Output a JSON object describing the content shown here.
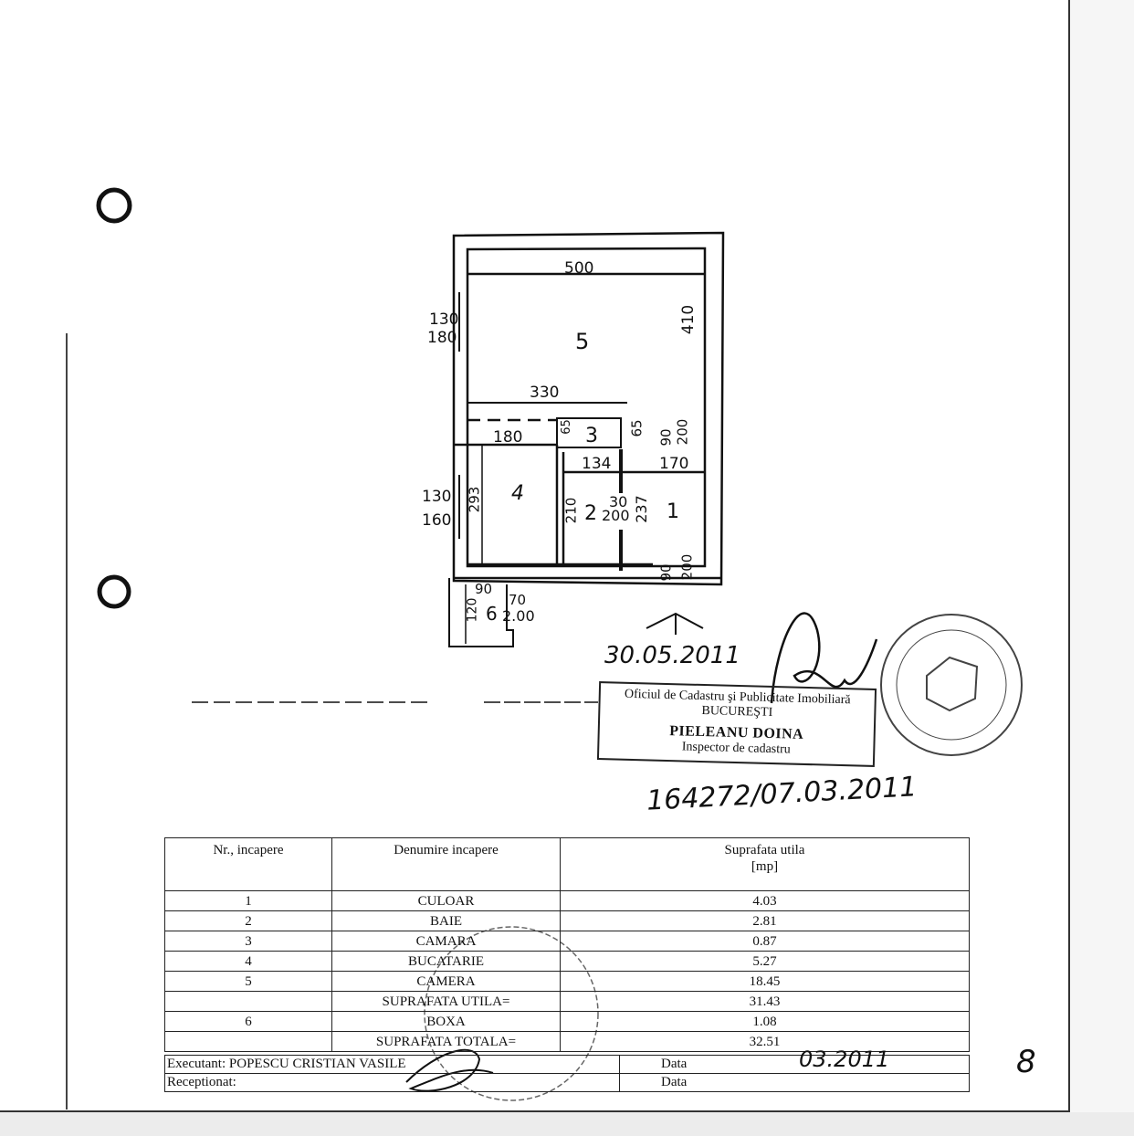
{
  "plan": {
    "rooms": [
      "5",
      "3",
      "4",
      "2",
      "1",
      "6"
    ],
    "dims": {
      "d500": "500",
      "d410": "410",
      "d130a": "130",
      "d180a": "180",
      "d330": "330",
      "d180b": "180",
      "d65a": "65",
      "d65b": "65",
      "d90a": "90",
      "d200a": "200",
      "d134": "134",
      "d170": "170",
      "d130b": "130",
      "d160": "160",
      "d293": "293",
      "d210": "210",
      "d30": "30",
      "d200b": "200",
      "d237": "237",
      "d90b": "90",
      "d200c": "200",
      "d90c": "90",
      "d120": "120",
      "d70": "70",
      "d200d": "2.00"
    }
  },
  "handwritten": {
    "date1": "30.05.2011",
    "registration": "164272/07.03.2011",
    "date2": "03.2011",
    "page_number": "8"
  },
  "stamp": {
    "line1": "Oficiul de Cadastru şi Publicitate Imobiliară",
    "line2": "BUCUREŞTI",
    "name": "PIELEANU DOINA",
    "role": "Inspector de cadastru"
  },
  "table": {
    "headers": [
      "Nr., incapere",
      "Denumire incapere",
      "Suprafata utila",
      "[mp]"
    ],
    "rows": [
      {
        "nr": "1",
        "name": "CULOAR",
        "area": "4.03"
      },
      {
        "nr": "2",
        "name": "BAIE",
        "area": "2.81"
      },
      {
        "nr": "3",
        "name": "CAMARA",
        "area": "0.87"
      },
      {
        "nr": "4",
        "name": "BUCATARIE",
        "area": "5.27"
      },
      {
        "nr": "5",
        "name": "CAMERA",
        "area": "18.45"
      },
      {
        "nr": "",
        "name": "SUPRAFATA UTILA=",
        "area": "31.43"
      },
      {
        "nr": "6",
        "name": "BOXA",
        "area": "1.08"
      },
      {
        "nr": "",
        "name": "SUPRAFATA TOTALA=",
        "area": "32.51"
      }
    ],
    "executant": "Executant: POPESCU CRISTIAN VASILE",
    "receptionat": "Receptionat:",
    "data_label1": "Data",
    "data_label2": "Data"
  }
}
